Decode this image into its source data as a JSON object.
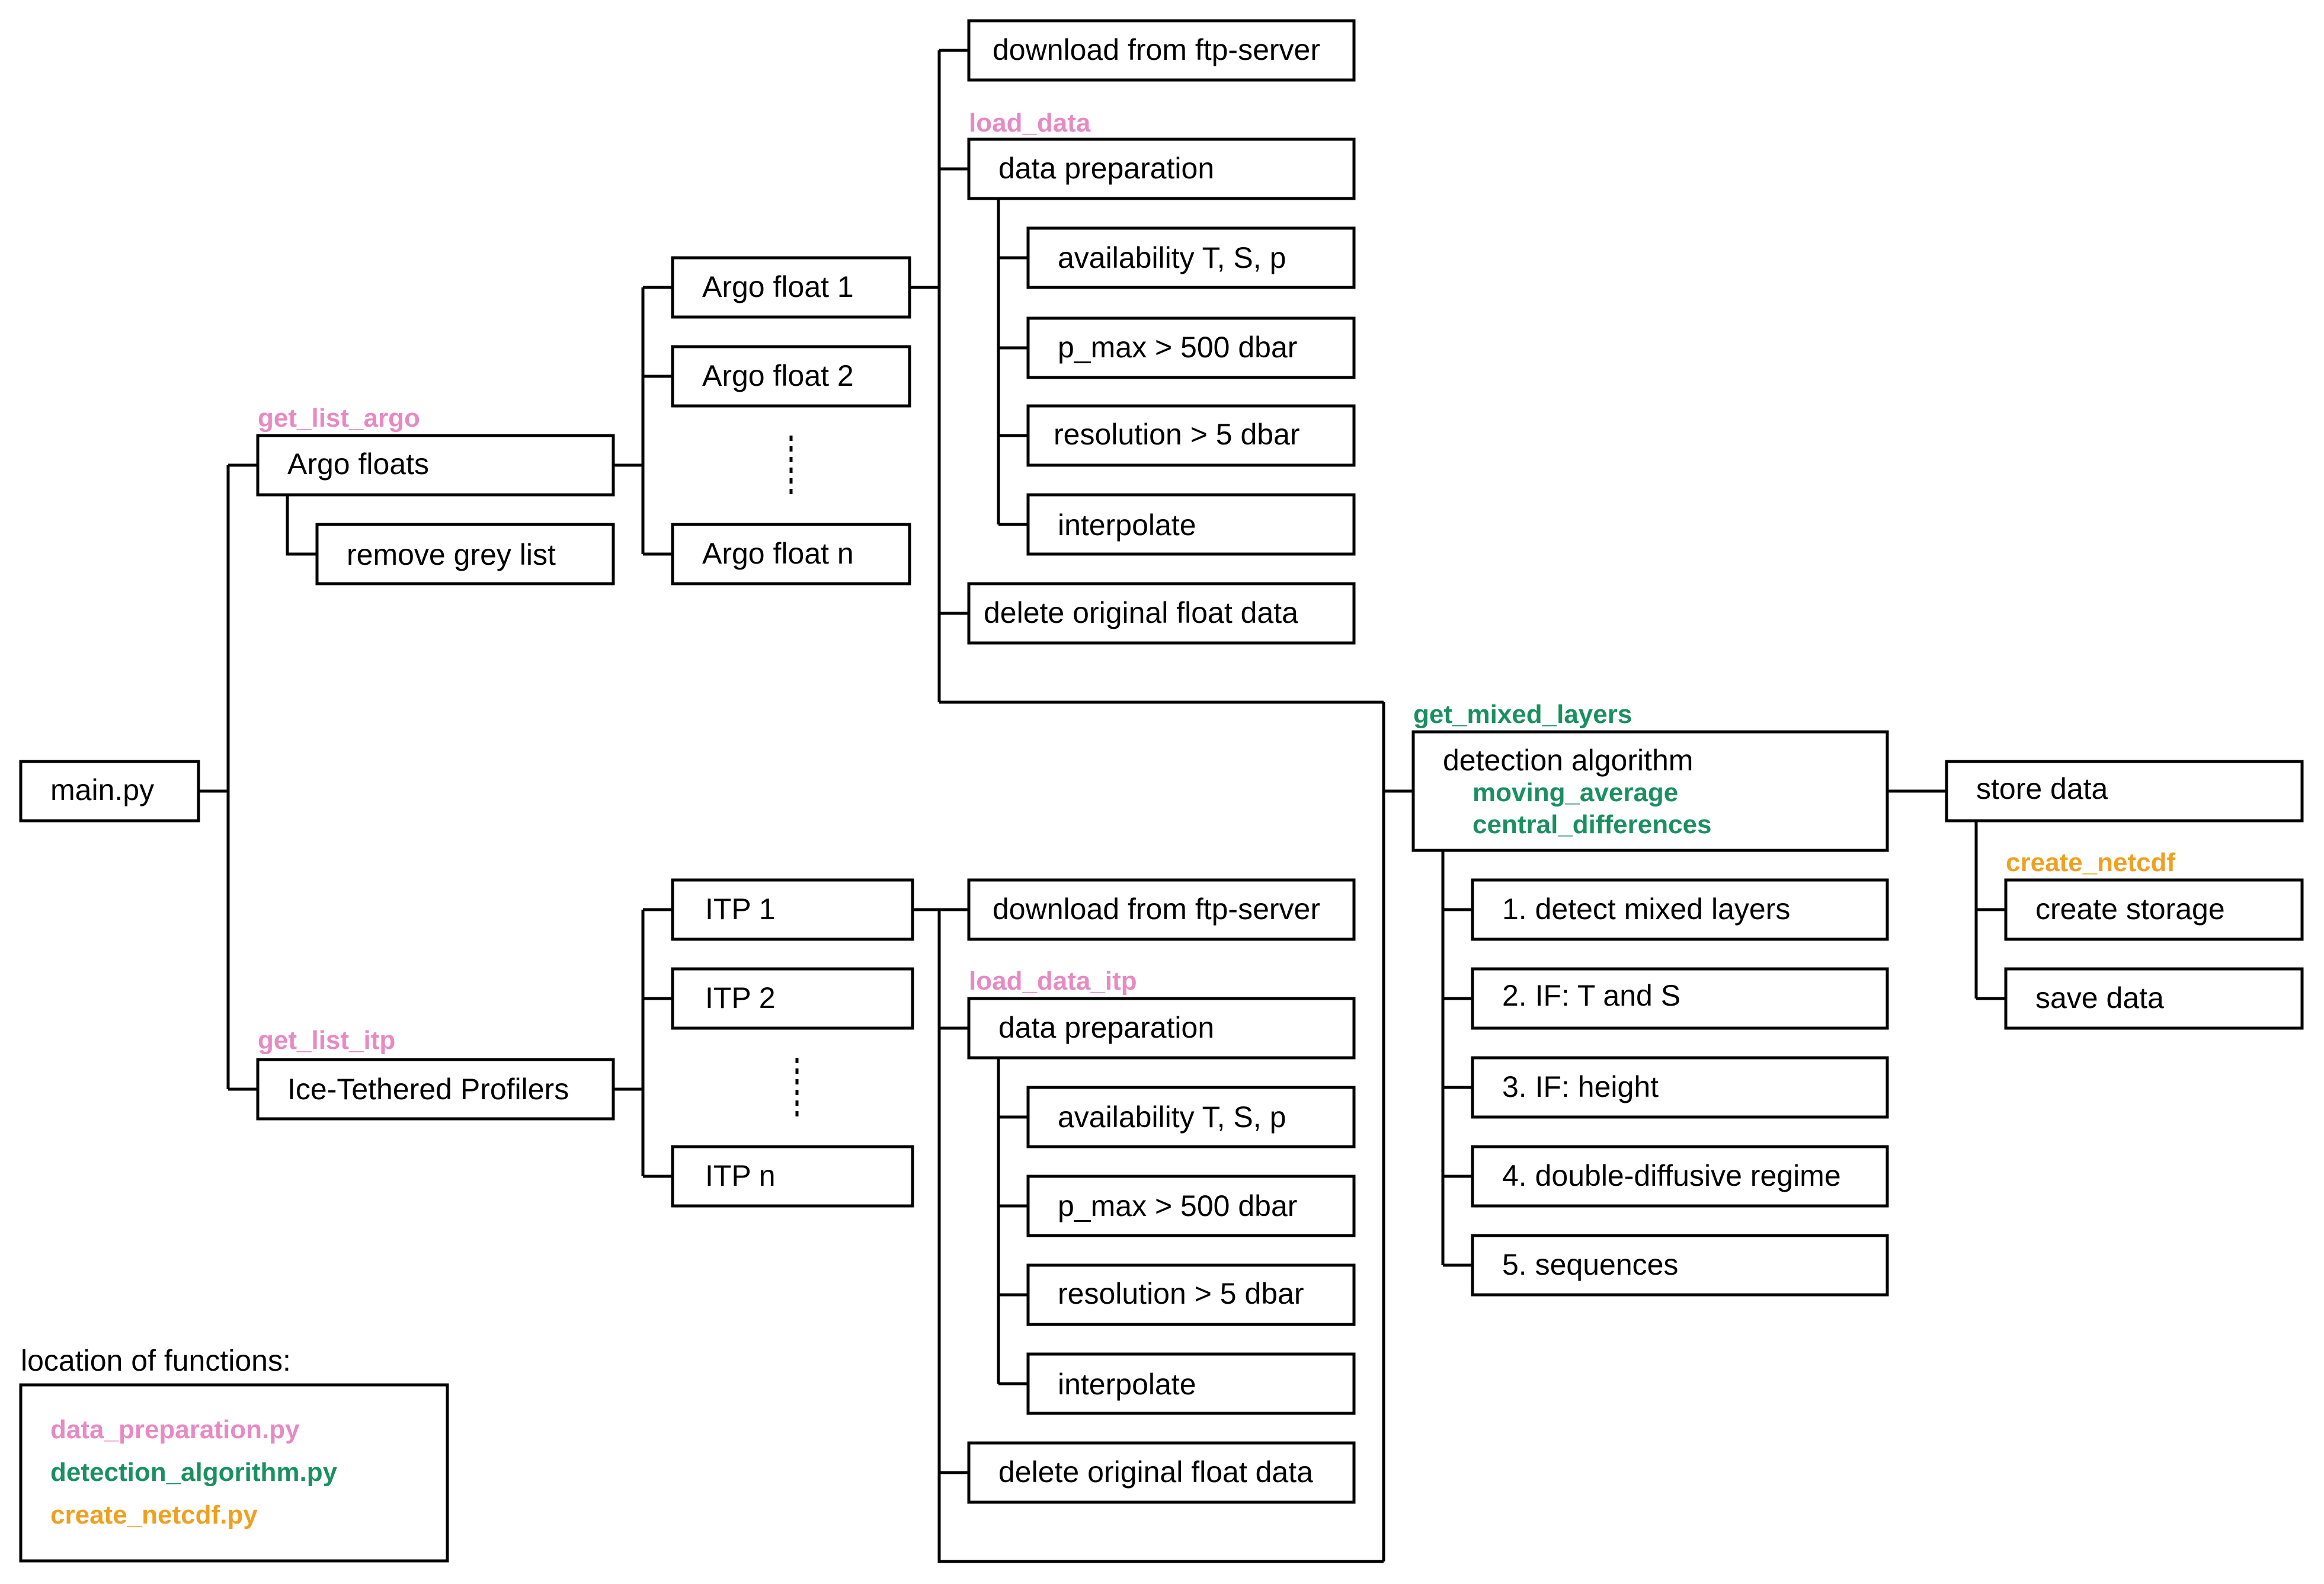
{
  "colors": {
    "pink": "#e78ac3",
    "green": "#1a9060",
    "orange": "#f0a020"
  },
  "main": {
    "label": "main.py"
  },
  "argo": {
    "function": "get_list_argo",
    "label": "Argo floats",
    "grey": "remove grey list",
    "floats": [
      "Argo float 1",
      "Argo float 2",
      "Argo float n"
    ],
    "download": "download from ftp-server",
    "load_function": "load_data",
    "prep": "data preparation",
    "prep_steps": [
      "availability  T, S, p",
      "p_max > 500 dbar",
      "resolution > 5 dbar",
      "interpolate"
    ],
    "delete": "delete original float data"
  },
  "itp": {
    "function": "get_list_itp",
    "label": "Ice-Tethered Profilers",
    "floats": [
      "ITP 1",
      "ITP 2",
      "ITP n"
    ],
    "download": "download from ftp-server",
    "load_function": "load_data_itp",
    "prep": "data preparation",
    "prep_steps": [
      "availability  T, S, p",
      "p_max > 500 dbar",
      "resolution > 5 dbar",
      "interpolate"
    ],
    "delete": "delete original float data"
  },
  "detection": {
    "function": "get_mixed_layers",
    "label": "detection algorithm",
    "sub_functions": [
      "moving_average",
      "central_differences"
    ],
    "steps": [
      "1. detect mixed layers",
      "2. IF: T and S",
      "3. IF: height",
      "4. double-diffusive regime",
      "5. sequences"
    ]
  },
  "store": {
    "label": "store data",
    "function": "create_netcdf",
    "steps": [
      "create storage",
      "save data"
    ]
  },
  "legend": {
    "title": "location of functions:",
    "files": [
      "data_preparation.py",
      "detection_algorithm.py",
      "create_netcdf.py"
    ]
  }
}
